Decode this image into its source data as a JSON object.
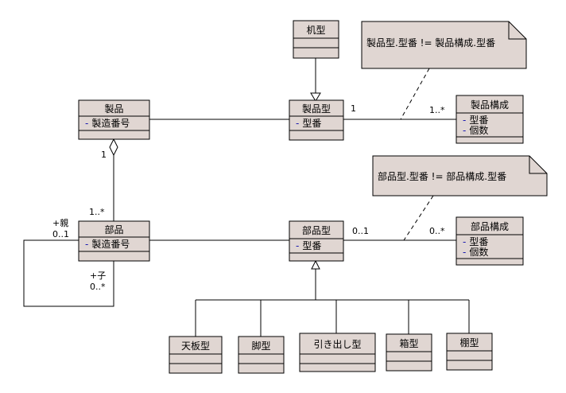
{
  "classes": {
    "kigata": {
      "name": "机型",
      "attrs": []
    },
    "seihingata": {
      "name": "製品型",
      "attrs": [
        {
          "vis": "-",
          "text": "型番"
        }
      ]
    },
    "seihin": {
      "name": "製品",
      "attrs": [
        {
          "vis": "-",
          "text": "製造番号"
        }
      ]
    },
    "seihinkousei": {
      "name": "製品構成",
      "attrs": [
        {
          "vis": "-",
          "text": "型番"
        },
        {
          "vis": "-",
          "text": "個数"
        }
      ]
    },
    "buhin": {
      "name": "部品",
      "attrs": [
        {
          "vis": "-",
          "text": "製造番号"
        }
      ]
    },
    "buhingata": {
      "name": "部品型",
      "attrs": [
        {
          "vis": "-",
          "text": "型番"
        }
      ]
    },
    "buhinkousei": {
      "name": "部品構成",
      "attrs": [
        {
          "vis": "-",
          "text": "型番"
        },
        {
          "vis": "-",
          "text": "個数"
        }
      ]
    },
    "tenban": {
      "name": "天板型",
      "attrs": []
    },
    "kyaku": {
      "name": "脚型",
      "attrs": []
    },
    "hikidashi": {
      "name": "引き出し型",
      "attrs": []
    },
    "hako": {
      "name": "箱型",
      "attrs": []
    },
    "tana": {
      "name": "棚型",
      "attrs": []
    }
  },
  "notes": {
    "seihin_note": "製品型.型番 != 製品構成.型番",
    "buhin_note": "部品型.型番 != 部品構成.型番"
  },
  "multiplicities": {
    "seihin_agg_1": "1",
    "seihin_agg_many": "1..*",
    "seihingata_1": "1",
    "seihinkousei_many": "1..*",
    "buhingata_01": "0..1",
    "buhinkousei_many": "0..*",
    "parent_role": "+親",
    "parent_mult": "0..1",
    "child_role": "+子",
    "child_mult": "0..*"
  }
}
